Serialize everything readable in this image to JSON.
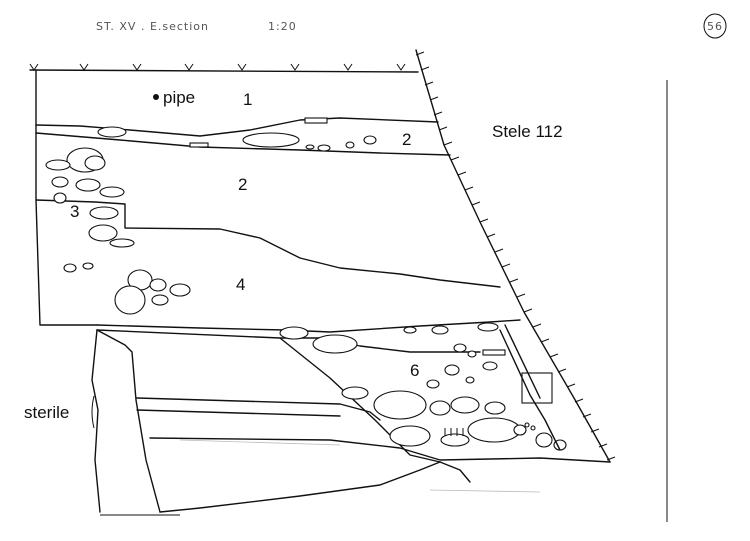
{
  "header": {
    "title": "ST. XV . E.section",
    "scale": "1:20",
    "page_number": "56"
  },
  "labels": {
    "pipe": "pipe",
    "layer_1": "1",
    "layer_2_upper": "2",
    "layer_2": "2",
    "layer_3": "3",
    "layer_4": "4",
    "layer_6": "6",
    "stele": "Stele 112",
    "sterile": "sterile"
  }
}
